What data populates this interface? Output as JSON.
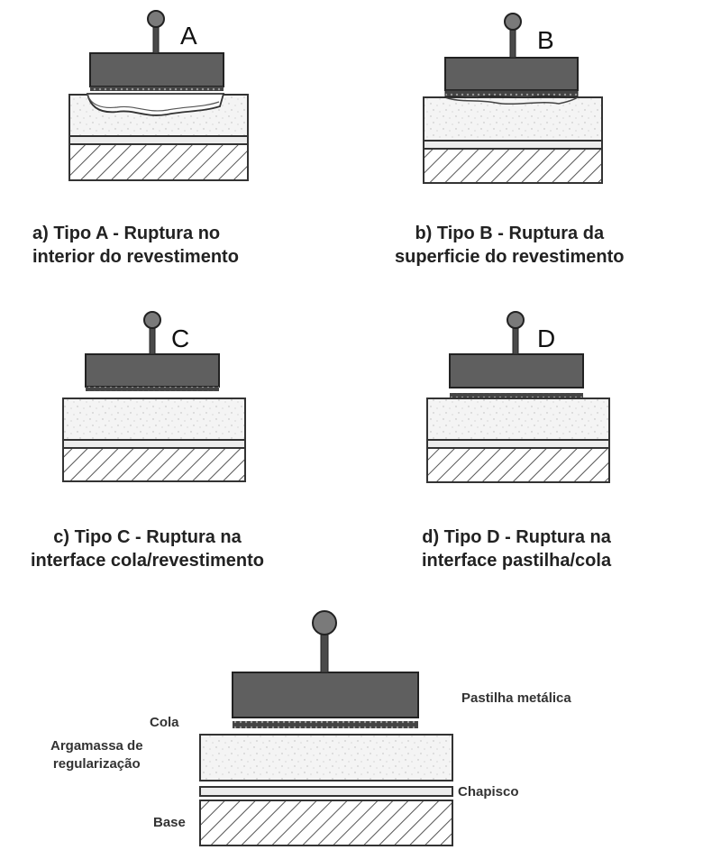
{
  "panels": [
    {
      "letter": "A",
      "caption_line1": "a)   Tipo A - Ruptura no",
      "caption_line2": "interior do revestimento"
    },
    {
      "letter": "B",
      "caption_line1": "b) Tipo B - Ruptura da",
      "caption_line2": "superficie do revestimento"
    },
    {
      "letter": "C",
      "caption_line1": "c) Tipo C - Ruptura na",
      "caption_line2": "interface cola/revestimento"
    },
    {
      "letter": "D",
      "caption_line1": "d) Tipo D - Ruptura na",
      "caption_line2": "interface pastilha/cola"
    }
  ],
  "legend": {
    "pastilha": "Pastilha metálica",
    "cola": "Cola",
    "argamassa_line1": "Argamassa de",
    "argamassa_line2": "regularização",
    "chapisco": "Chapisco",
    "base": "Base"
  },
  "colors": {
    "pastilha_fill": "#5f5f5f",
    "knob_fill": "#7a7a7a",
    "mortar_fill": "#f4f4f4",
    "outline": "#333333"
  }
}
